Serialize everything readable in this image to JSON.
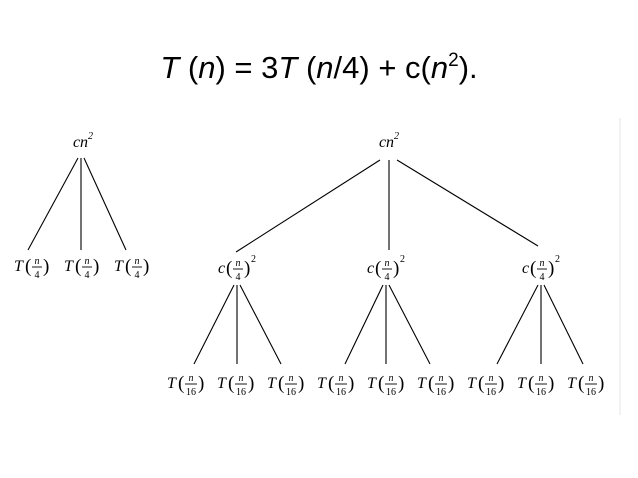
{
  "title": {
    "T1": "T",
    "n": "n",
    "mid": ") = 3",
    "T2": "T",
    "n4a": "(",
    "n4b": "n",
    "n4c": "/4) + c(",
    "n2": "n",
    "sup": "2",
    "tail": ")."
  },
  "tree_left": {
    "root": {
      "c": "cn",
      "exp": "2"
    },
    "children": [
      {
        "fn": "T",
        "num": "n",
        "den": "4"
      },
      {
        "fn": "T",
        "num": "n",
        "den": "4"
      },
      {
        "fn": "T",
        "num": "n",
        "den": "4"
      }
    ]
  },
  "tree_right": {
    "root": {
      "c": "cn",
      "exp": "2"
    },
    "level1": [
      {
        "c": "c",
        "num": "n",
        "den": "4",
        "exp": "2"
      },
      {
        "c": "c",
        "num": "n",
        "den": "4",
        "exp": "2"
      },
      {
        "c": "c",
        "num": "n",
        "den": "4",
        "exp": "2"
      }
    ],
    "leaves": [
      {
        "fn": "T",
        "num": "n",
        "den": "16"
      },
      {
        "fn": "T",
        "num": "n",
        "den": "16"
      },
      {
        "fn": "T",
        "num": "n",
        "den": "16"
      },
      {
        "fn": "T",
        "num": "n",
        "den": "16"
      },
      {
        "fn": "T",
        "num": "n",
        "den": "16"
      },
      {
        "fn": "T",
        "num": "n",
        "den": "16"
      },
      {
        "fn": "T",
        "num": "n",
        "den": "16"
      },
      {
        "fn": "T",
        "num": "n",
        "den": "16"
      },
      {
        "fn": "T",
        "num": "n",
        "den": "16"
      }
    ]
  }
}
